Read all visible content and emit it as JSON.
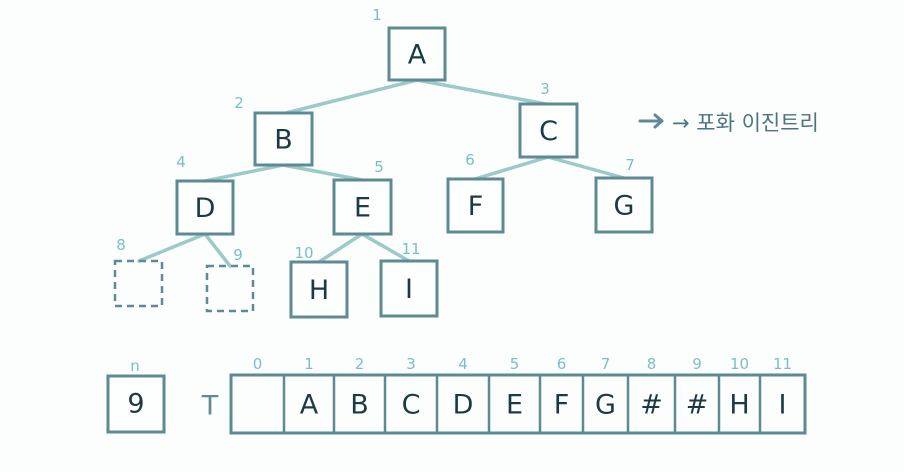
{
  "tree": {
    "nodes": [
      {
        "index": "1",
        "label": "A"
      },
      {
        "index": "2",
        "label": "B"
      },
      {
        "index": "3",
        "label": "C"
      },
      {
        "index": "4",
        "label": "D"
      },
      {
        "index": "5",
        "label": "E"
      },
      {
        "index": "6",
        "label": "F"
      },
      {
        "index": "7",
        "label": "G"
      },
      {
        "index": "8",
        "label": ""
      },
      {
        "index": "9",
        "label": ""
      },
      {
        "index": "10",
        "label": "H"
      },
      {
        "index": "11",
        "label": "I"
      }
    ],
    "annotation": "→ 포화 이진트리"
  },
  "n_var": {
    "name": "n",
    "value": "9"
  },
  "array": {
    "name": "T",
    "indices": [
      "0",
      "1",
      "2",
      "3",
      "4",
      "5",
      "6",
      "7",
      "8",
      "9",
      "10",
      "11"
    ],
    "cells": [
      "",
      "A",
      "B",
      "C",
      "D",
      "E",
      "F",
      "G",
      "#",
      "#",
      "H",
      "I"
    ]
  }
}
